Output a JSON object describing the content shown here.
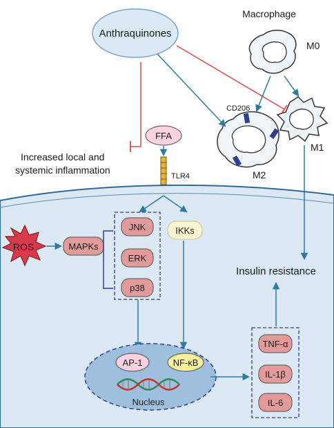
{
  "labels": {
    "anthraquinones": "Anthraquinones",
    "macrophage": "Macrophage",
    "m0": "M0",
    "m1": "M1",
    "m2": "M2",
    "cd206": "CD206",
    "ffa": "FFA",
    "tlr4": "TLR4",
    "inflammation_line1": "Increased local and",
    "inflammation_line2": "systemic inflammation",
    "ros": "ROS",
    "mapks": "MAPKs",
    "jnk": "JNK",
    "erk": "ERK",
    "p38": "p38",
    "ikks": "IKKs",
    "ap1": "AP-1",
    "nfkb": "NF-κB",
    "nucleus": "Nucleus",
    "insulin_resistance": "Insulin resistance",
    "tnf": "TNF-α",
    "il1b": "IL-1β",
    "il6": "IL-6"
  },
  "colors": {
    "cell_fill": "#dce8f3",
    "cell_edge": "#2e6a96",
    "arrow_blue": "#2e7aa0",
    "inhibit_red": "#d94a4a",
    "kinase_fill": "#e29a9a",
    "ros_fill": "#d93a4a",
    "nucleus_fill": "#9fbfdf",
    "ap1_fill": "#fad2e0",
    "nfkb_fill": "#f6f19a",
    "ikks_fill": "#fbf4d0",
    "ellipse_fill": "#dbe9f5"
  }
}
